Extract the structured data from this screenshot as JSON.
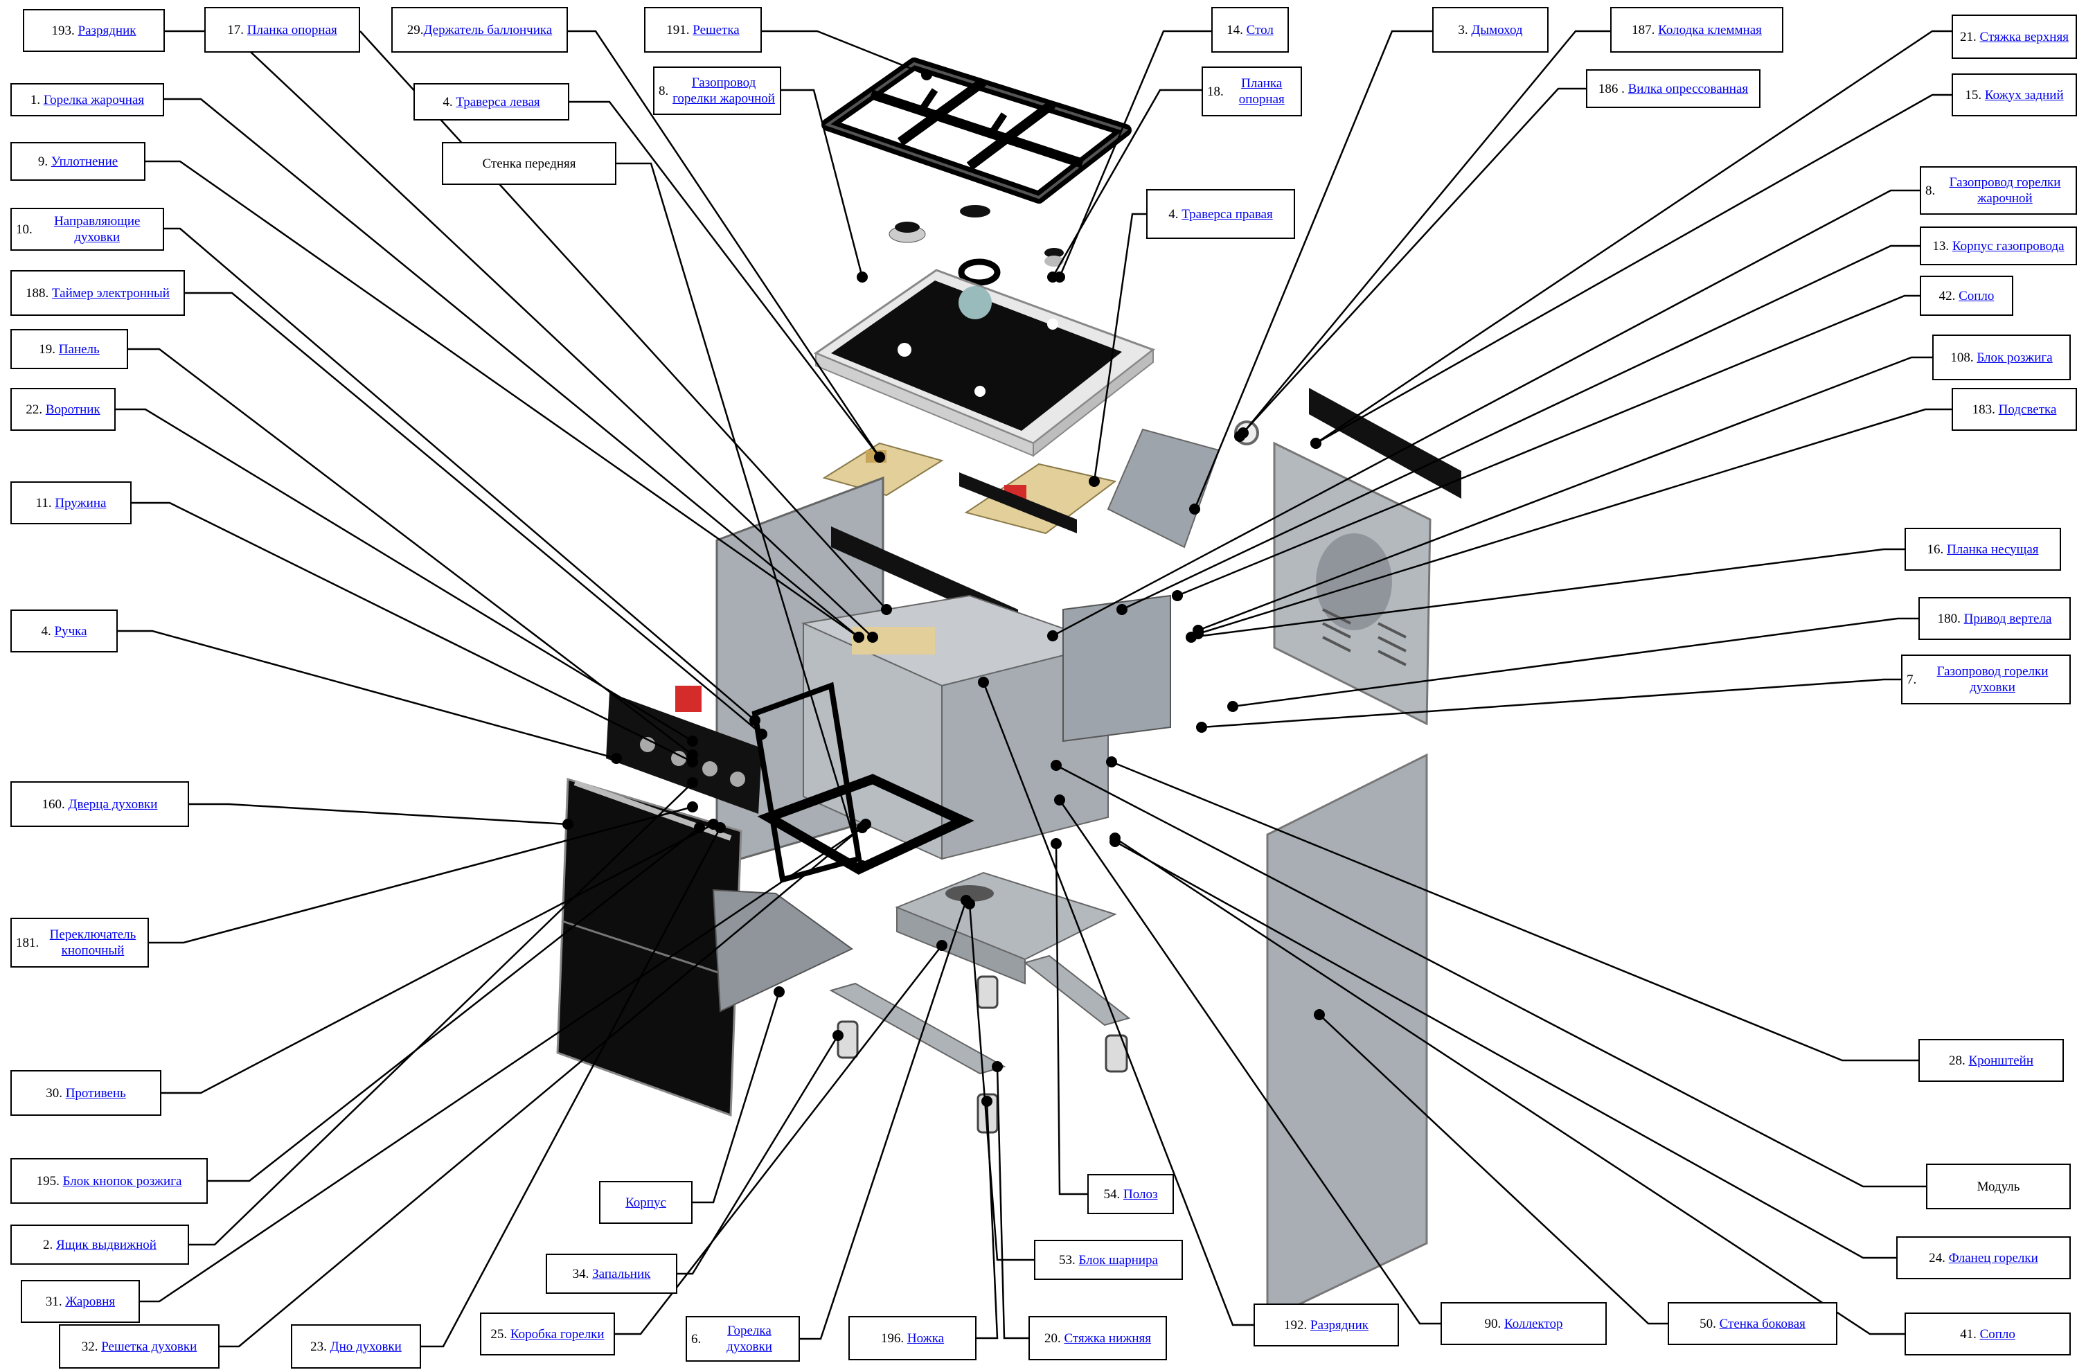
{
  "labels": [
    {
      "id": "l193",
      "num": "193.",
      "text": "Разрядник"
    },
    {
      "id": "l17",
      "num": "17.",
      "text": "Планка опорная"
    },
    {
      "id": "l29",
      "num": "29.",
      "text": "Держатель баллончика"
    },
    {
      "id": "l191",
      "num": "191.",
      "text": "Решетка"
    },
    {
      "id": "l14",
      "num": "14.",
      "text": "Стол"
    },
    {
      "id": "l3",
      "num": "3.",
      "text": "Дымоход"
    },
    {
      "id": "l187",
      "num": "187.",
      "text": "Колодка клеммная"
    },
    {
      "id": "l21",
      "num": "21.",
      "text": "Стяжка верхняя"
    },
    {
      "id": "l1",
      "num": "1.",
      "text": "Горелка жарочная"
    },
    {
      "id": "l4l",
      "num": "4.",
      "text": "Траверса  левая"
    },
    {
      "id": "l8a",
      "num": "8.",
      "text": "Газопровод горелки жарочной"
    },
    {
      "id": "l18",
      "num": "18.",
      "text": "Планка опорная"
    },
    {
      "id": "l186",
      "num": "186 .",
      "text": "Вилка опрессованная"
    },
    {
      "id": "l15",
      "num": "15.",
      "text": "Кожух задний"
    },
    {
      "id": "l9",
      "num": "9.",
      "text": "Уплотнение"
    },
    {
      "id": "lfront",
      "num": "",
      "text": "Стенка передняя"
    },
    {
      "id": "l8b",
      "num": "8.",
      "text": "Газопровод горелки жарочной"
    },
    {
      "id": "l10",
      "num": "10.",
      "text": "Направляющие духовки"
    },
    {
      "id": "l4r",
      "num": "4.",
      "text": "Траверса  правая"
    },
    {
      "id": "l13",
      "num": "13.",
      "text": "Корпус газопровода"
    },
    {
      "id": "l188",
      "num": "188.",
      "text": "Таймер электронный"
    },
    {
      "id": "l42",
      "num": "42.",
      "text": "Сопло"
    },
    {
      "id": "l19",
      "num": "19.",
      "text": "Панель"
    },
    {
      "id": "l108",
      "num": "108.",
      "text": "Блок розжига"
    },
    {
      "id": "l22",
      "num": "22.",
      "text": "Воротник"
    },
    {
      "id": "l183",
      "num": "183.",
      "text": "Подсветка"
    },
    {
      "id": "l11",
      "num": "11.",
      "text": "Пружина"
    },
    {
      "id": "l16",
      "num": "16.",
      "text": "Планка несущая"
    },
    {
      "id": "l4h",
      "num": "4.",
      "text": "Ручка"
    },
    {
      "id": "l180",
      "num": "180.",
      "text": "Привод вертела"
    },
    {
      "id": "l7",
      "num": "7.",
      "text": "Газопровод горелки духовки"
    },
    {
      "id": "l160",
      "num": "160.",
      "text": "Дверца духовки"
    },
    {
      "id": "l181",
      "num": "181.",
      "text": "Переключатель кнопочный"
    },
    {
      "id": "l28",
      "num": "28.",
      "text": "Кронштейн"
    },
    {
      "id": "l30",
      "num": "30.",
      "text": "Противень"
    },
    {
      "id": "l195",
      "num": "195.",
      "text": "Блок кнопок  розжига"
    },
    {
      "id": "lkorpus",
      "num": "",
      "text": "Корпус"
    },
    {
      "id": "l54",
      "num": "54.",
      "text": "Полоз"
    },
    {
      "id": "lmodul",
      "num": "",
      "text": "Модуль"
    },
    {
      "id": "l2",
      "num": "2.",
      "text": "Ящик выдвижной"
    },
    {
      "id": "l53",
      "num": "53.",
      "text": "Блок шарнира"
    },
    {
      "id": "l34",
      "num": "34.",
      "text": "Запальник"
    },
    {
      "id": "l24",
      "num": "24.",
      "text": "Фланец горелки"
    },
    {
      "id": "l31",
      "num": "31.",
      "text": "Жаровня"
    },
    {
      "id": "l192",
      "num": "192.",
      "text": "Разрядник"
    },
    {
      "id": "l90",
      "num": "90.",
      "text": "Коллектор"
    },
    {
      "id": "l50",
      "num": "50.",
      "text": "Стенка боковая"
    },
    {
      "id": "l32",
      "num": "32.",
      "text": " Решетка духовки"
    },
    {
      "id": "l23",
      "num": "23.",
      "text": "Дно духовки"
    },
    {
      "id": "l25",
      "num": "25.",
      "text": "Коробка горелки"
    },
    {
      "id": "l6",
      "num": "6.",
      "text": "Горелка духовки"
    },
    {
      "id": "l196",
      "num": "196.",
      "text": "Ножка"
    },
    {
      "id": "l20",
      "num": "20.",
      "text": "Стяжка нижняя"
    },
    {
      "id": "l41",
      "num": "41.",
      "text": "Сопло"
    }
  ],
  "colors": {
    "link": "#0000ee",
    "line": "#000000",
    "panel": "#9ea4ab",
    "dark": "#111111",
    "brass": "#c9a55a",
    "red": "#d42b2b"
  }
}
